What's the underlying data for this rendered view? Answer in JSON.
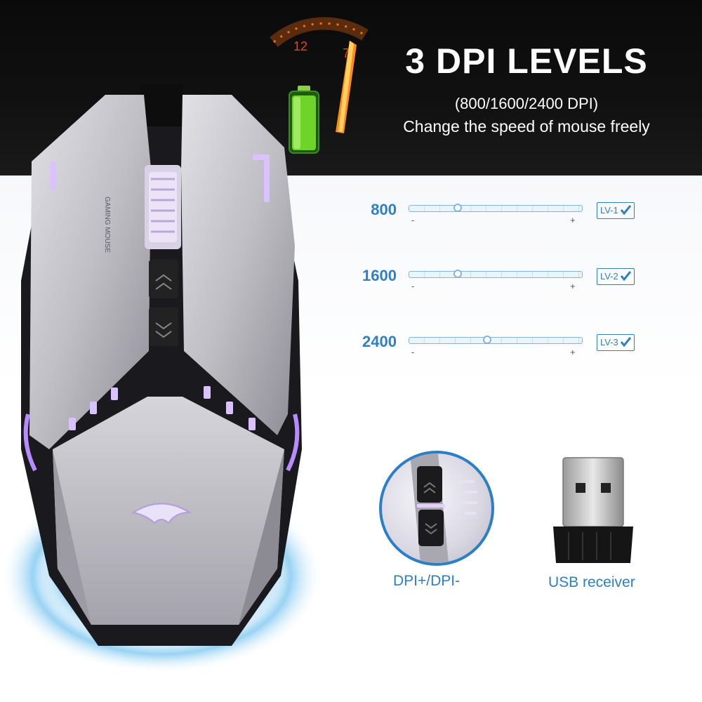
{
  "banner": {
    "headline": "3 DPI LEVELS",
    "subtitle": "(800/1600/2400 DPI)",
    "tagline": "Change the speed of mouse freely",
    "gauge_label": "12"
  },
  "mouse": {
    "side_text": "GAMING MOUSE"
  },
  "dpi_levels": [
    {
      "value": "800",
      "level": "LV-1",
      "position": 0.28,
      "minus": "-",
      "plus": "+"
    },
    {
      "value": "1600",
      "level": "LV-2",
      "position": 0.28,
      "minus": "-",
      "plus": "+"
    },
    {
      "value": "2400",
      "level": "LV-3",
      "position": 0.45,
      "minus": "-",
      "plus": "+"
    }
  ],
  "features": {
    "dpi_buttons_caption": "DPI+/DPI-",
    "usb_caption": "USB receiver"
  },
  "colors": {
    "accent_blue": "#2f7fc4",
    "banner_bg": "#0a0a0a",
    "mouse_silver": "#c9c8cd",
    "glow_purple": "#d6b8ff"
  }
}
